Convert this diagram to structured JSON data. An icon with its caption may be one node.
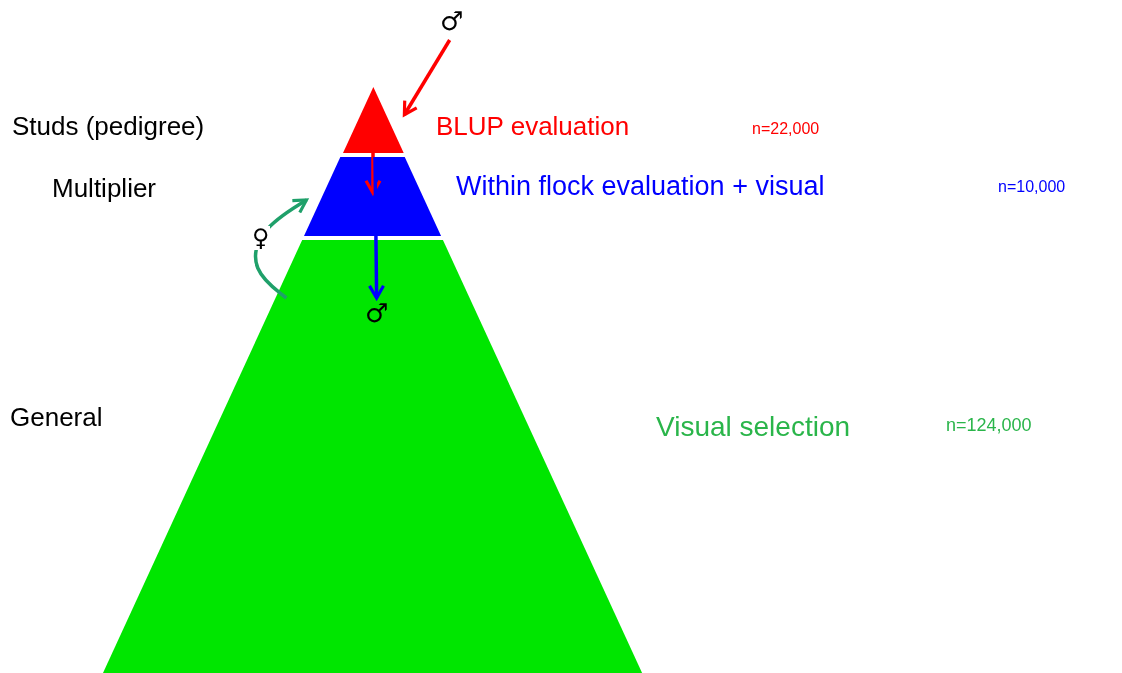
{
  "diagram": {
    "nodes": [
      {
        "text": [],
        "shape": "triangle"
      },
      {
        "text": [],
        "shape": "trapezoid"
      },
      {
        "text": [],
        "shape": "trapezoid"
      },
      {
        "text": [
          "♂"
        ]
      },
      {
        "text": [
          "♂"
        ],
        "in": 2
      }
    ],
    "edges": [
      {
        "from": 3,
        "to": 0,
        "arrow": "to",
        "color": "#ff0000"
      },
      {
        "from": 0,
        "to": 1,
        "arrow": "to",
        "color": "#ff0000"
      },
      {
        "from": 1,
        "to": 4,
        "arrow": "to",
        "color": "#0000ff"
      },
      {
        "from": 2,
        "to": 1,
        "arrow": "to",
        "label": "♀",
        "color": "#1fa06a"
      }
    ],
    "labels": [
      "Studs (pedigree)",
      "BLUP evaluation",
      "n=22,000",
      "Multiplier",
      "Within flock evaluation + visual",
      "n=10,000",
      "General",
      "Visual selection",
      "n=124,000"
    ]
  }
}
